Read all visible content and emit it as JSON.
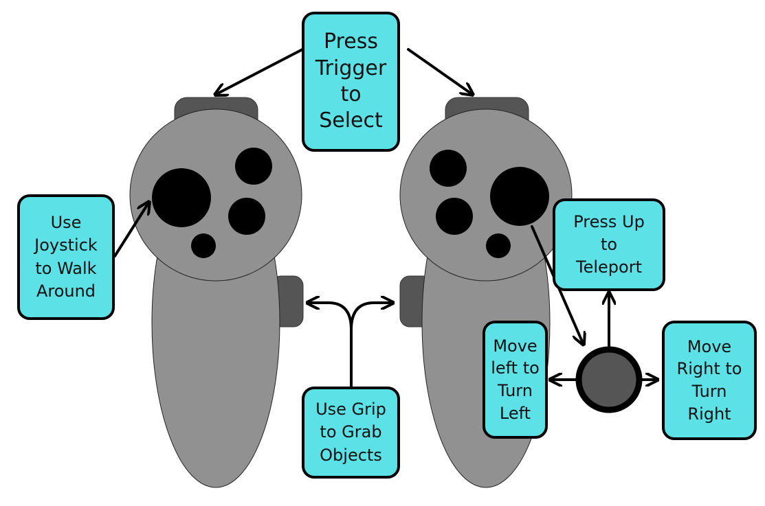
{
  "colors": {
    "label_fill": "#5ce1e6",
    "controller_body": "#919191",
    "controller_dark": "#555555",
    "button_black": "#000000"
  },
  "labels": {
    "trigger": "Press\nTrigger\nto\nSelect",
    "joystick": "Use\nJoystick\nto Walk\nAround",
    "grip": "Use Grip\nto Grab\nObjects",
    "teleport": "Press Up\nto\nTeleport",
    "turn_left": "Move\nleft to\nTurn\nLeft",
    "turn_right": "Move\nRight to\nTurn\nRight"
  }
}
